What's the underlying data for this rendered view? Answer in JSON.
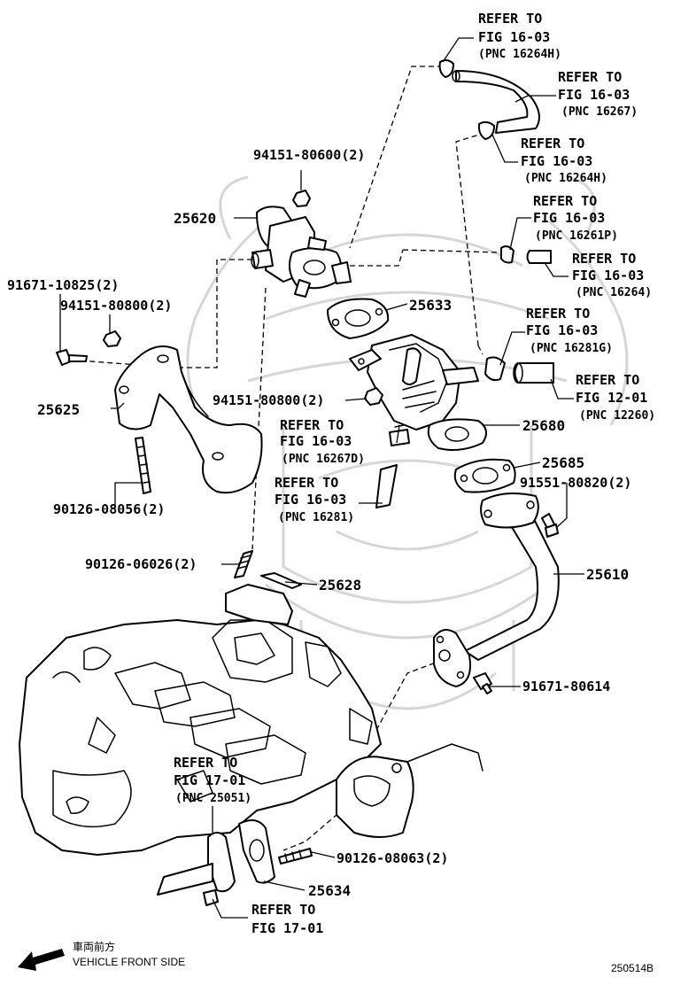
{
  "diagram_code": "250514B",
  "orientation": {
    "label_jp": "車両前方",
    "label_en": "VEHICLE FRONT SIDE",
    "icon": "arrow-left-down-icon"
  },
  "watermark": {
    "icon": "samurai-helmet-watermark-icon",
    "color": "#d6d6d6"
  },
  "refs": [
    {
      "id": "ref1",
      "line1": "REFER TO",
      "line2": "FIG 16-03",
      "line3": "(PNC 16264H)"
    },
    {
      "id": "ref2",
      "line1": "REFER TO",
      "line2": "FIG 16-03",
      "line3": "(PNC 16267)"
    },
    {
      "id": "ref3",
      "line1": "REFER TO",
      "line2": "FIG 16-03",
      "line3": "(PNC 16264H)"
    },
    {
      "id": "ref4",
      "line1": "REFER TO",
      "line2": "FIG 16-03",
      "line3": "(PNC 16261P)"
    },
    {
      "id": "ref5",
      "line1": "REFER TO",
      "line2": "FIG 16-03",
      "line3": "(PNC 16264)"
    },
    {
      "id": "ref6",
      "line1": "REFER TO",
      "line2": "FIG 16-03",
      "line3": "(PNC 16281G)"
    },
    {
      "id": "ref7",
      "line1": "REFER TO",
      "line2": "FIG 12-01",
      "line3": "(PNC 12260)"
    },
    {
      "id": "ref8",
      "line1": "REFER TO",
      "line2": "FIG 16-03",
      "line3": "(PNC 16267D)"
    },
    {
      "id": "ref9",
      "line1": "REFER TO",
      "line2": "FIG 16-03",
      "line3": "(PNC 16281)"
    },
    {
      "id": "ref10",
      "line1": "REFER TO",
      "line2": "FIG 17-01",
      "line3": "(PNC 25051)"
    },
    {
      "id": "ref11",
      "line1": "REFER TO",
      "line2": "FIG 17-01",
      "line3": ""
    }
  ],
  "parts": {
    "p25620": "25620",
    "p25633": "25633",
    "p25625": "25625",
    "p25680": "25680",
    "p25685": "25685",
    "p25610": "25610",
    "p25628": "25628",
    "p25634": "25634",
    "b94151_80600": "94151-80600(2)",
    "b91671_10825": "91671-10825(2)",
    "b94151_80800a": "94151-80800(2)",
    "b94151_80800b": "94151-80800(2)",
    "b90126_08056": "90126-08056(2)",
    "b91551_80820": "91551-80820(2)",
    "b90126_06026": "90126-06026(2)",
    "b91671_80614": "91671-80614",
    "b90126_08063": "90126-08063(2)"
  }
}
